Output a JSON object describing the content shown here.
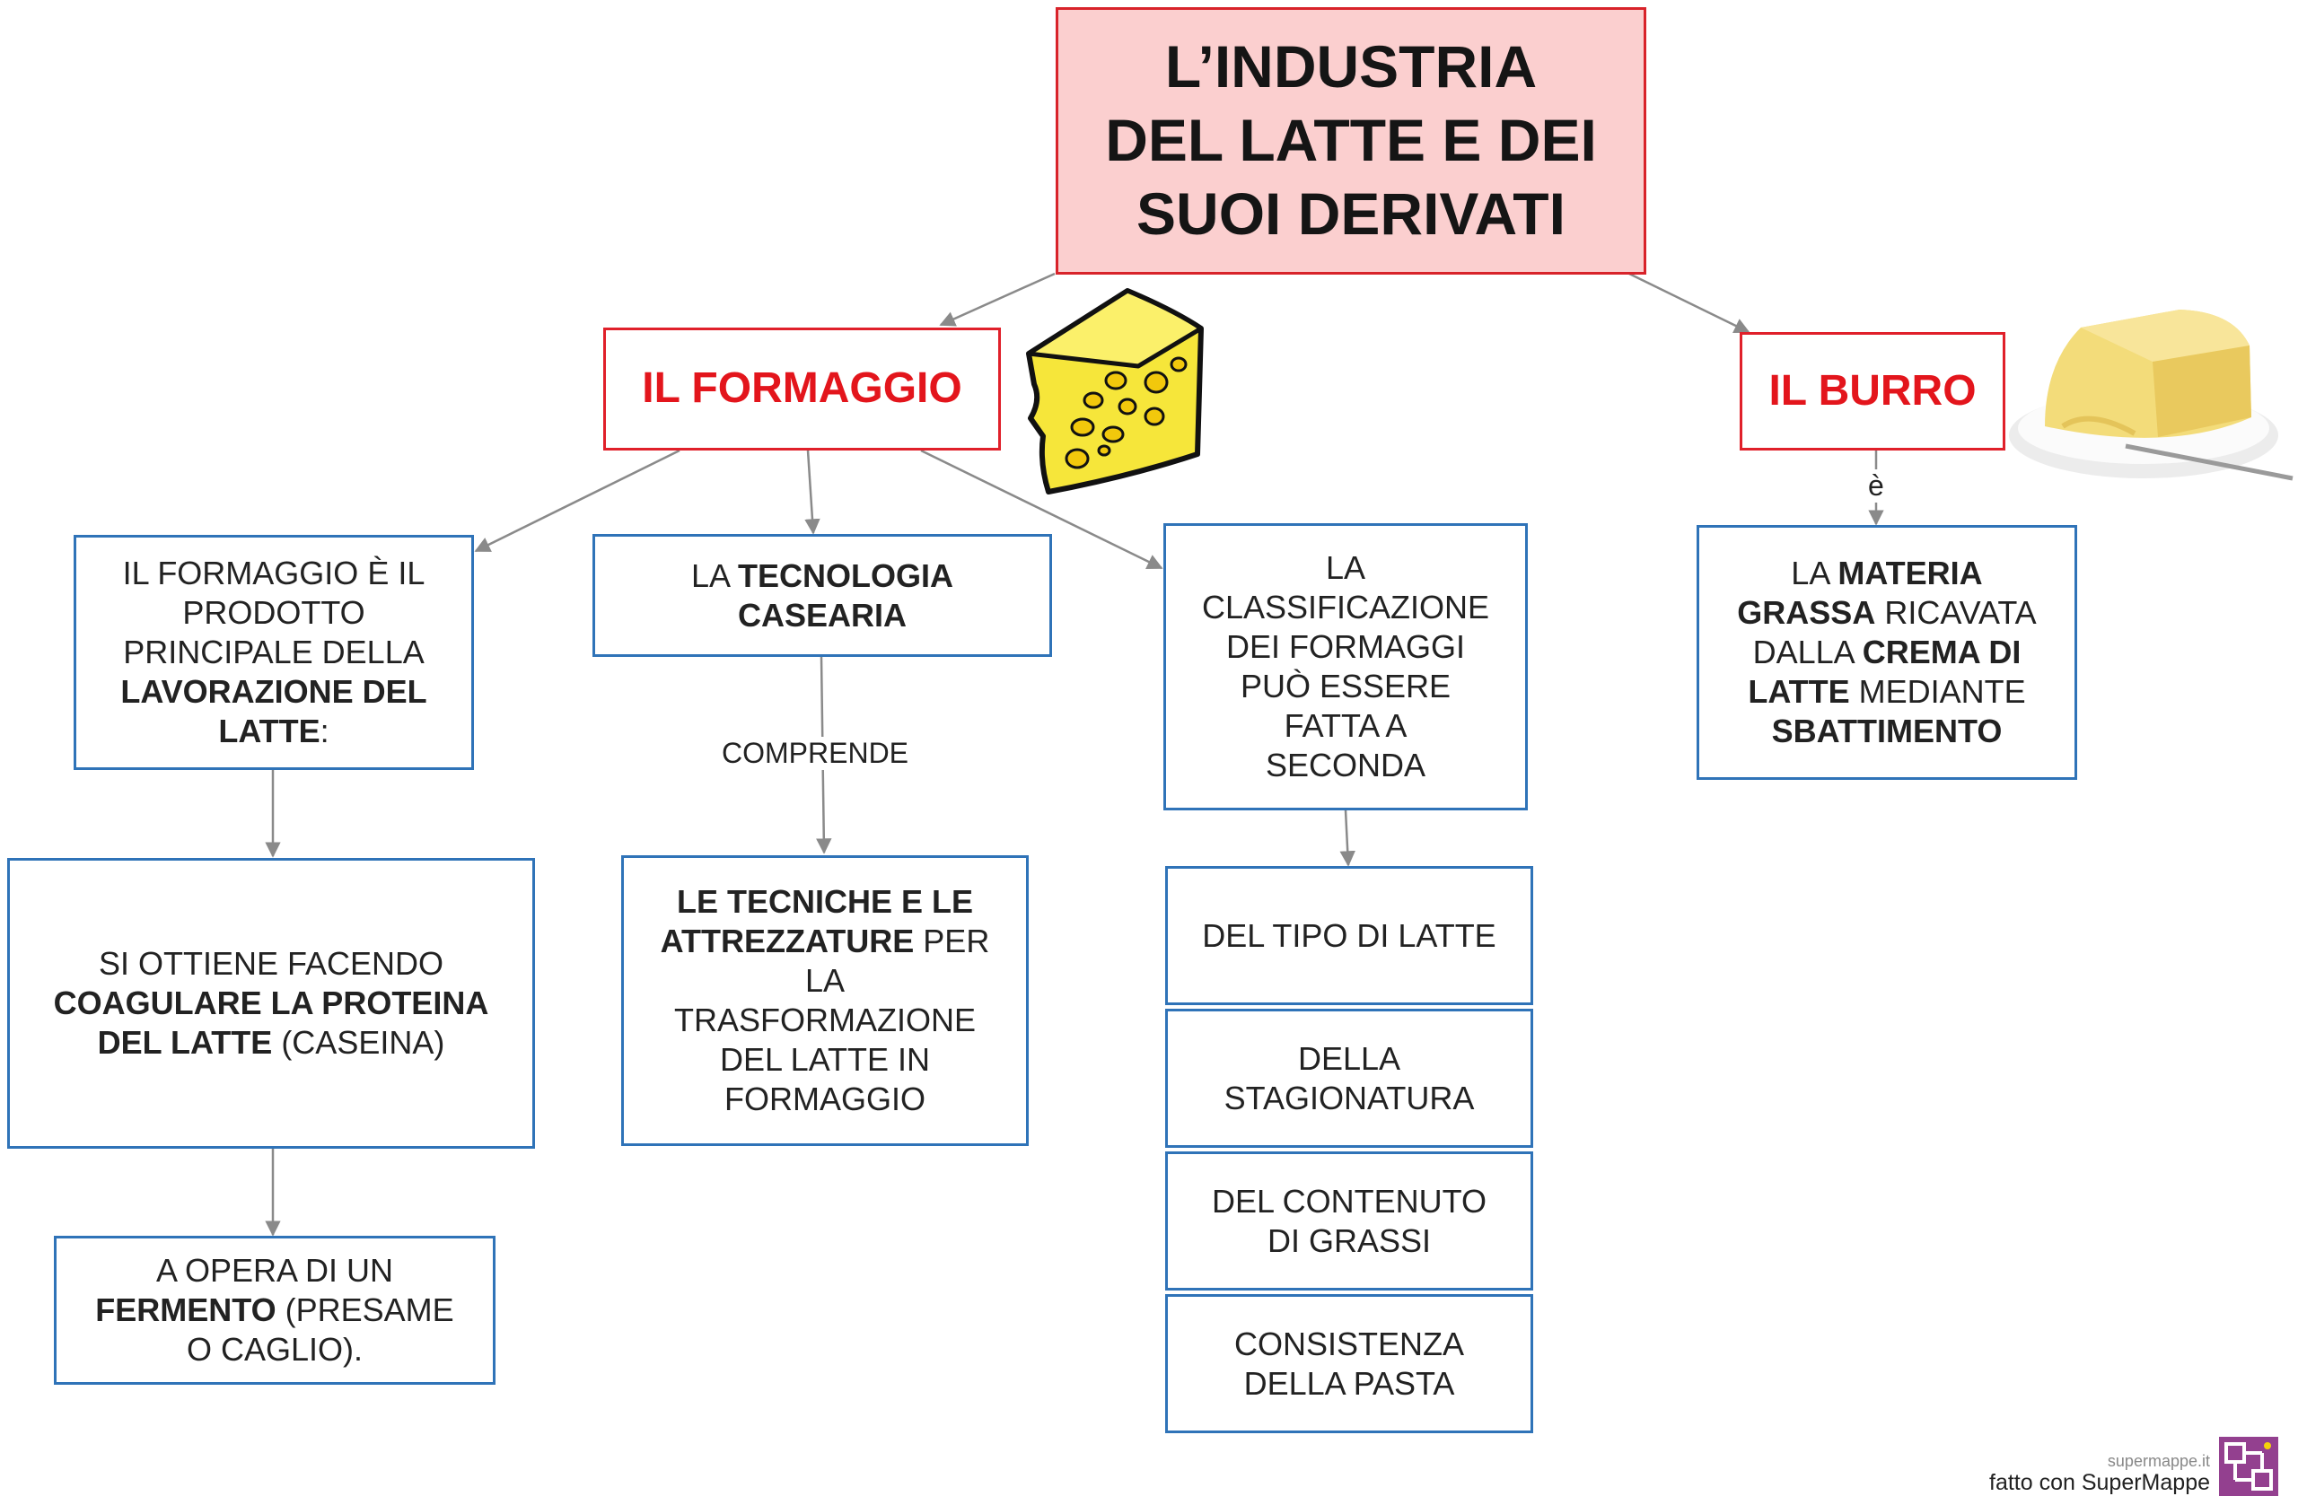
{
  "title": {
    "lines": [
      "L’INDUSTRIA",
      "DEL LATTE E DEI",
      "SUOI DERIVATI"
    ]
  },
  "branches": {
    "formaggio": "IL FORMAGGIO",
    "burro": "IL BURRO"
  },
  "link_labels": {
    "comprende": "COMPRENDE",
    "e": "è"
  },
  "formaggio": {
    "definition": {
      "l1": "IL FORMAGGIO È IL",
      "l2": "PRODOTTO",
      "l3": "PRINCIPALE DELLA",
      "l4": "LAVORAZIONE DEL",
      "l5a": "LATTE",
      "l5b": ":"
    },
    "ottiene": {
      "l1": "SI OTTIENE FACENDO",
      "l2": "COAGULARE LA PROTEINA",
      "l3a": "DEL LATTE",
      "l3b": " (CASEINA)"
    },
    "fermento": {
      "l1": "A OPERA DI UN",
      "l2a": "FERMENTO",
      "l2b": " (PRESAME",
      "l3": "O CAGLIO)."
    },
    "tecnologia": {
      "l1a": "LA ",
      "l1b": "TECNOLOGIA",
      "l2": "CASEARIA"
    },
    "tecniche": {
      "l1": "LE TECNICHE E LE",
      "l2a": "ATTREZZATURE",
      "l2b": " PER",
      "l3": "LA",
      "l4": "TRASFORMAZIONE",
      "l5": "DEL LATTE IN",
      "l6": "FORMAGGIO"
    },
    "classificazione": {
      "l1": "LA",
      "l2": "CLASSIFICAZIONE",
      "l3": "DEI  FORMAGGI",
      "l4": "PUÒ  ESSERE",
      "l5": "FATTA  A",
      "l6": "SECONDA"
    },
    "criteri": {
      "tipo": {
        "l1": "DEL TIPO DI LATTE"
      },
      "stagionatura": {
        "l1": "DELLA",
        "l2": "STAGIONATURA"
      },
      "grassi": {
        "l1": "DEL CONTENUTO",
        "l2": "DI GRASSI"
      },
      "consistenza": {
        "l1": "CONSISTENZA",
        "l2": "DELLA  PASTA"
      }
    }
  },
  "burro": {
    "l1a": "LA ",
    "l1b": "MATERIA",
    "l2a": "GRASSA",
    "l2b": " RICAVATA",
    "l3a": "DALLA ",
    "l3b": "CREMA DI",
    "l4a": "LATTE",
    "l4b": " MEDIANTE",
    "l5": "SBATTIMENTO"
  },
  "brand": {
    "site": "supermappe.it",
    "made_with": "fatto con SuperMappe"
  },
  "colors": {
    "box_border": "#2f73b8",
    "branch_border": "#e0202a",
    "branch_text": "#e3151c",
    "title_fill": "#fbcfcf",
    "arrow": "#8a8a8a",
    "brand": "#93408f"
  },
  "illustrations": [
    "cheese-wedge",
    "butter-on-plate"
  ]
}
